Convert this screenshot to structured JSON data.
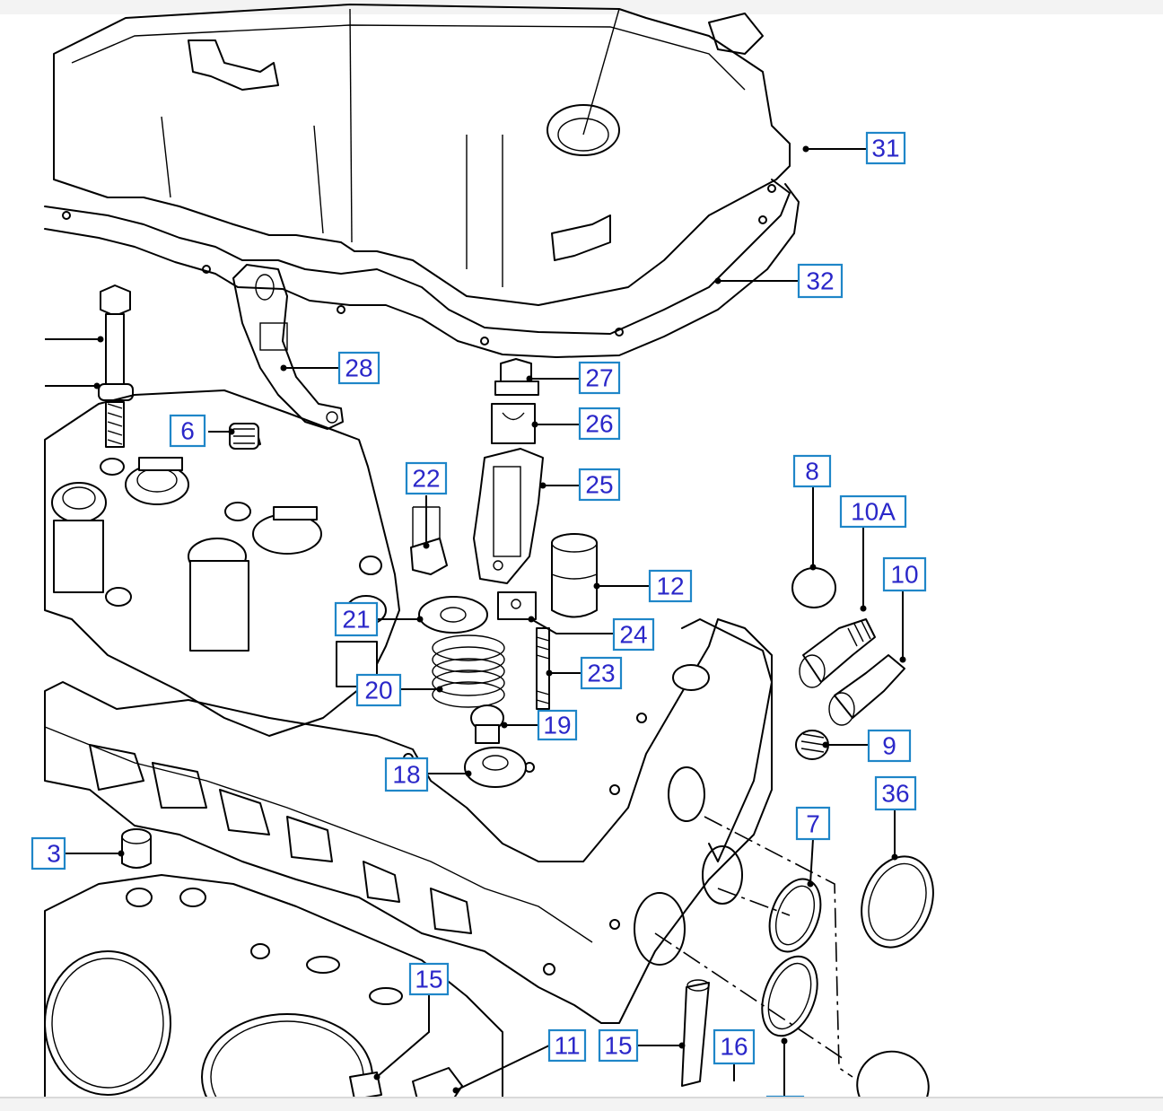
{
  "diagram": {
    "callouts": [
      {
        "id": "c31",
        "label": "31"
      },
      {
        "id": "c32",
        "label": "32"
      },
      {
        "id": "c28",
        "label": "28"
      },
      {
        "id": "c27",
        "label": "27"
      },
      {
        "id": "c26",
        "label": "26"
      },
      {
        "id": "c6",
        "label": "6"
      },
      {
        "id": "c22",
        "label": "22"
      },
      {
        "id": "c25",
        "label": "25"
      },
      {
        "id": "c8",
        "label": "8"
      },
      {
        "id": "c10A",
        "label": "10A"
      },
      {
        "id": "c10",
        "label": "10"
      },
      {
        "id": "c12",
        "label": "12"
      },
      {
        "id": "c21",
        "label": "21"
      },
      {
        "id": "c24",
        "label": "24"
      },
      {
        "id": "c23",
        "label": "23"
      },
      {
        "id": "c20",
        "label": "20"
      },
      {
        "id": "c19",
        "label": "19"
      },
      {
        "id": "c9",
        "label": "9"
      },
      {
        "id": "c18",
        "label": "18"
      },
      {
        "id": "c36",
        "label": "36"
      },
      {
        "id": "c7",
        "label": "7"
      },
      {
        "id": "c3",
        "label": "3"
      },
      {
        "id": "c15a",
        "label": "15"
      },
      {
        "id": "c11",
        "label": "11"
      },
      {
        "id": "c15b",
        "label": "15"
      },
      {
        "id": "c16",
        "label": "16"
      }
    ]
  },
  "colors": {
    "callout_text": "#2a27c9",
    "callout_border": "#1f86c8",
    "line_art": "#000000",
    "background": "#ffffff"
  }
}
